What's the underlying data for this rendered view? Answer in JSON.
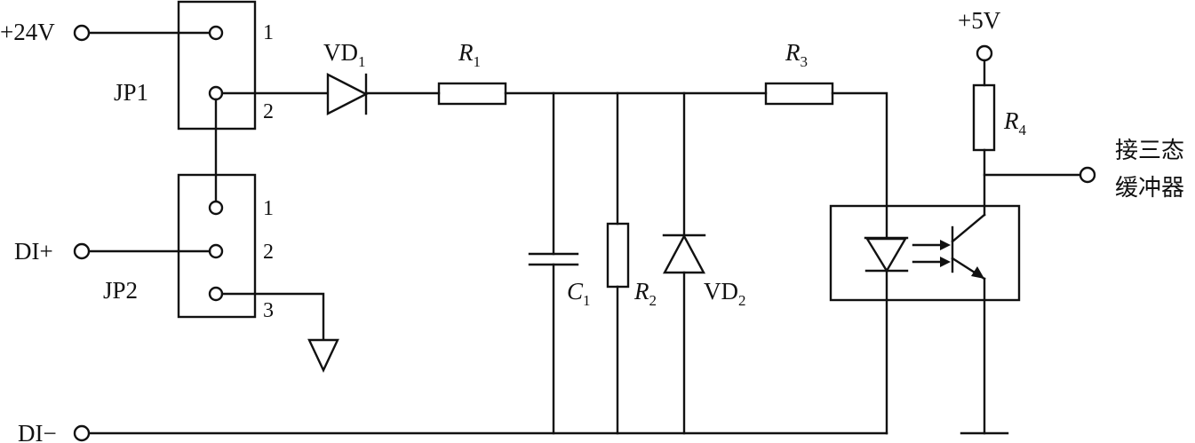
{
  "terminals": {
    "v24": "+24V",
    "di_plus": "DI+",
    "di_minus": "DI−",
    "v5": "+5V"
  },
  "jumpers": {
    "jp1": {
      "name": "JP1",
      "pins": [
        "1",
        "2"
      ]
    },
    "jp2": {
      "name": "JP2",
      "pins": [
        "1",
        "2",
        "3"
      ]
    }
  },
  "components": {
    "vd1": {
      "base": "VD",
      "sub": "1"
    },
    "r1": {
      "base": "R",
      "sub": "1"
    },
    "r2": {
      "base": "R",
      "sub": "2"
    },
    "r3": {
      "base": "R",
      "sub": "3"
    },
    "r4": {
      "base": "R",
      "sub": "4"
    },
    "c1": {
      "base": "C",
      "sub": "1"
    },
    "vd2": {
      "base": "VD",
      "sub": "2"
    }
  },
  "output": {
    "line1": "接三态",
    "line2": "缓冲器"
  }
}
